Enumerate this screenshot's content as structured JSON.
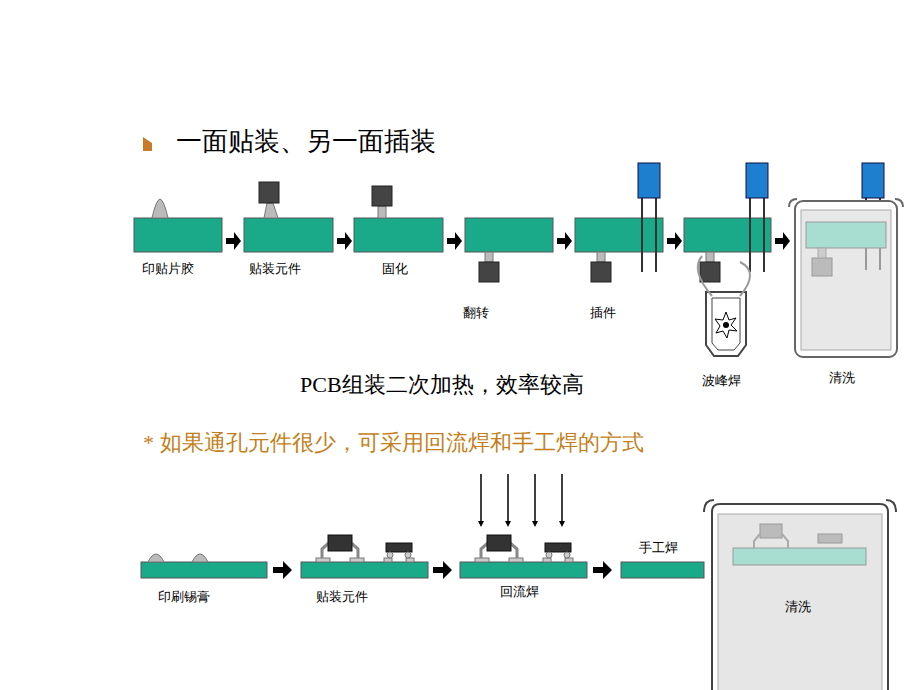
{
  "diagram": {
    "title": "一面贴装、另一面插装",
    "labels": [
      "印贴片胶",
      "贴装元件",
      "固化",
      "翻转",
      "插件",
      "波峰焊",
      "清洗",
      "PCB组装二次加热，效率较高",
      "* 如果通孔元件很少，可采用回流焊和手工焊的方式",
      "印刷锡膏",
      "贴装元件",
      "回流焊",
      "手工焊",
      "清洗"
    ]
  }
}
